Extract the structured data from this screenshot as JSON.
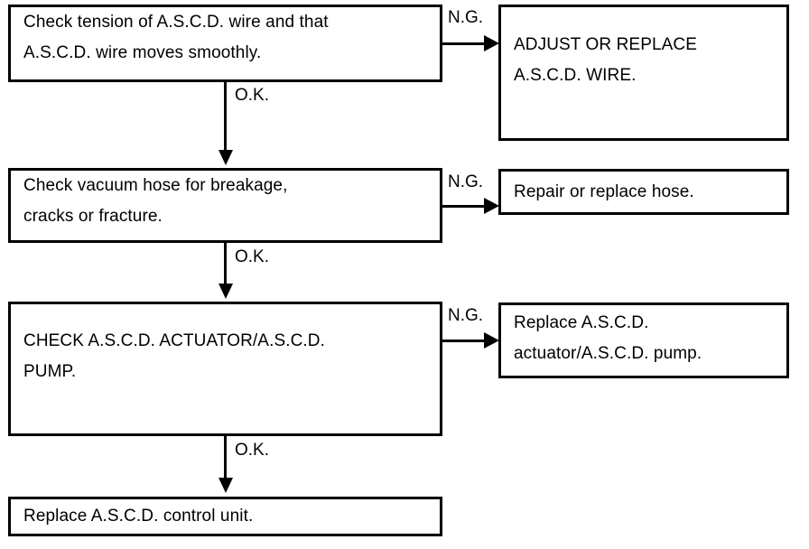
{
  "diagram": {
    "type": "troubleshooting-flowchart",
    "subject": "A.S.C.D. diagnostic procedure",
    "background_color": "#ffffff",
    "line_color": "#000000",
    "text_color": "#000000"
  },
  "steps": [
    {
      "id": "check-wire",
      "text": "Check tension of A.S.C.D. wire and that\nA.S.C.D. wire moves smoothly."
    },
    {
      "id": "check-hose",
      "text": "Check vacuum hose for breakage,\ncracks or fracture."
    },
    {
      "id": "check-actuator",
      "text": "CHECK A.S.C.D. ACTUATOR/A.S.C.D.\nPUMP."
    },
    {
      "id": "replace-control-unit",
      "text": "Replace A.S.C.D. control unit."
    }
  ],
  "actions": [
    {
      "id": "adjust-wire",
      "text": "ADJUST OR REPLACE\nA.S.C.D. WIRE."
    },
    {
      "id": "repair-hose",
      "text": "Repair or replace hose."
    },
    {
      "id": "replace-actuator",
      "text": "Replace A.S.C.D.\nactuator/A.S.C.D. pump."
    }
  ],
  "edges": {
    "ok_label": "O.K.",
    "ng_label": "N.G.",
    "ok": [
      {
        "from": "check-wire",
        "to": "check-hose",
        "label": "O.K."
      },
      {
        "from": "check-hose",
        "to": "check-actuator",
        "label": "O.K."
      },
      {
        "from": "check-actuator",
        "to": "replace-control-unit",
        "label": "O.K."
      }
    ],
    "ng": [
      {
        "from": "check-wire",
        "to": "adjust-wire",
        "label": "N.G."
      },
      {
        "from": "check-hose",
        "to": "repair-hose",
        "label": "N.G."
      },
      {
        "from": "check-actuator",
        "to": "replace-actuator",
        "label": "N.G."
      }
    ]
  }
}
